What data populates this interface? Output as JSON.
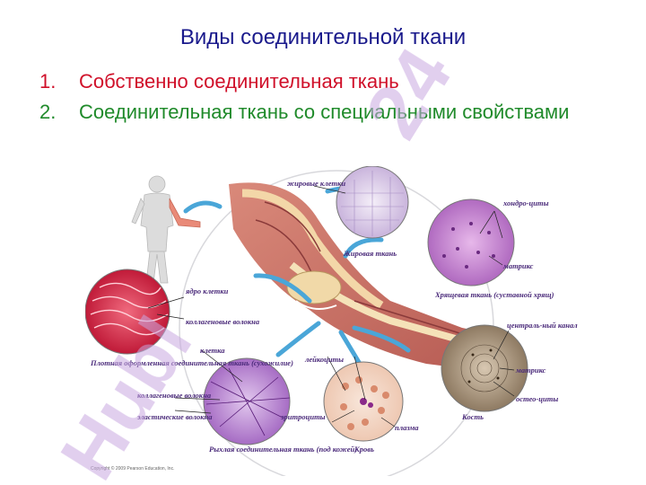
{
  "slide": {
    "title": "Виды соединительной ткани",
    "items": [
      {
        "number": "1.",
        "text": "Собственно соединительная ткань"
      },
      {
        "number": "2.",
        "text": "Соединительная ткань со специальными свойствами"
      }
    ]
  },
  "figure": {
    "labels": {
      "fat_cells": "жировые клетки",
      "fat_tissue": "Жировая ткань",
      "chondrocytes": "хондро-циты",
      "matrix": "матрикс",
      "cartilage": "Хрящевая ткань (суставной хрящ)",
      "nucleus": "ядро клетки",
      "collagen_fibers_top": "коллагеновые волокна",
      "dense_tissue": "Плотная оформленная соединительная ткань (сухожилие)",
      "cell": "клетка",
      "collagen_fibers_bottom": "коллагеновые волокна",
      "elastic_fibers": "эластические волокна",
      "loose_tissue": "Рыхлая соединительная ткань (под кожей)",
      "leukocytes": "лейкоциты",
      "erythrocytes": "эритроциты",
      "plasma": "плазма",
      "blood": "Кровь",
      "central_canal": "централь-ный канал",
      "bone_matrix": "матрикс",
      "osteocytes": "остео-циты",
      "bone": "Кость",
      "copyright": "Copyright © 2009 Pearson Education, Inc."
    }
  },
  "watermark": {
    "text_left": "Hubl",
    "text_right": "24"
  },
  "colors": {
    "title": "#1a1a8c",
    "item1": "#d0102a",
    "item2": "#1f8a2a",
    "watermark": "#c8a8e0"
  }
}
